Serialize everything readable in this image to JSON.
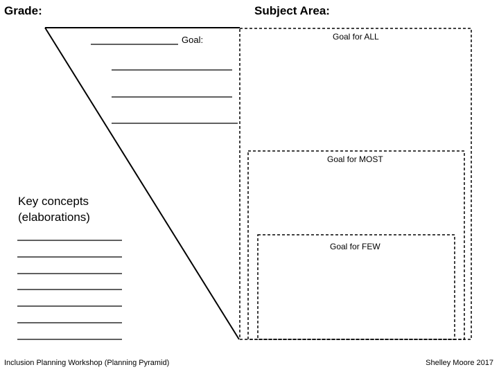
{
  "header": {
    "grade_label": "Grade:",
    "subject_label": "Subject Area:"
  },
  "pyramid": {
    "goal_label": "Goal:",
    "goal_all": "Goal for ALL",
    "goal_most": "Goal for MOST",
    "goal_few": "Goal for FEW"
  },
  "key_concepts": {
    "line1": "Key concepts",
    "line2": "(elaborations)"
  },
  "footer": {
    "left": "Inclusion Planning Workshop (Planning Pyramid)",
    "right": "Shelley Moore 2017"
  },
  "colors": {
    "ink": "#000000",
    "background": "#ffffff"
  }
}
